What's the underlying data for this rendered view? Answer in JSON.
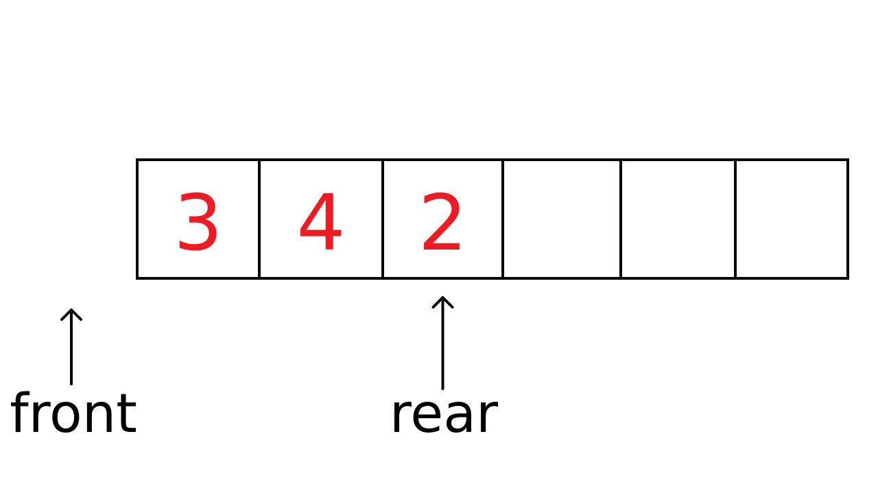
{
  "queue": {
    "cells": [
      "3",
      "4",
      "2",
      "",
      "",
      ""
    ]
  },
  "pointers": {
    "front": {
      "label": "front",
      "index": -1
    },
    "rear": {
      "label": "rear",
      "index": 2
    }
  },
  "colors": {
    "stroke": "#000000",
    "value": "#ed1c24",
    "label": "#000000"
  }
}
